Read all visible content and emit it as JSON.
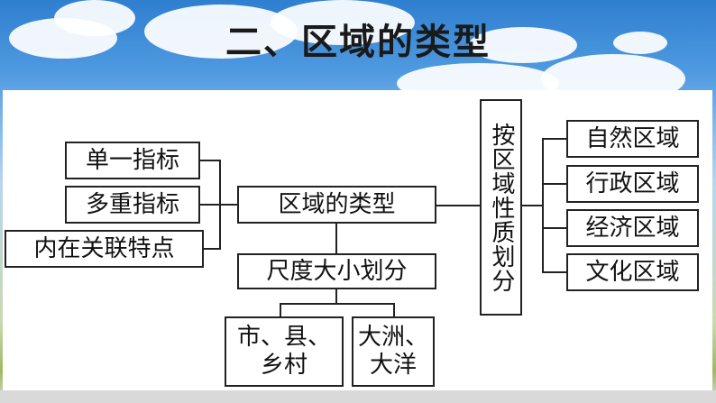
{
  "title": "二、区域的类型",
  "center": "区域的类型",
  "left_items": [
    "单一指标",
    "多重指标",
    "内在关联特点"
  ],
  "scale_division": "尺度大小划分",
  "scale_examples": [
    "市、县、乡村",
    "大洲、大洋"
  ],
  "property_division": "按区域性质划分",
  "property_items": [
    "自然区域",
    "行政区域",
    "经济区域",
    "文化区域"
  ]
}
